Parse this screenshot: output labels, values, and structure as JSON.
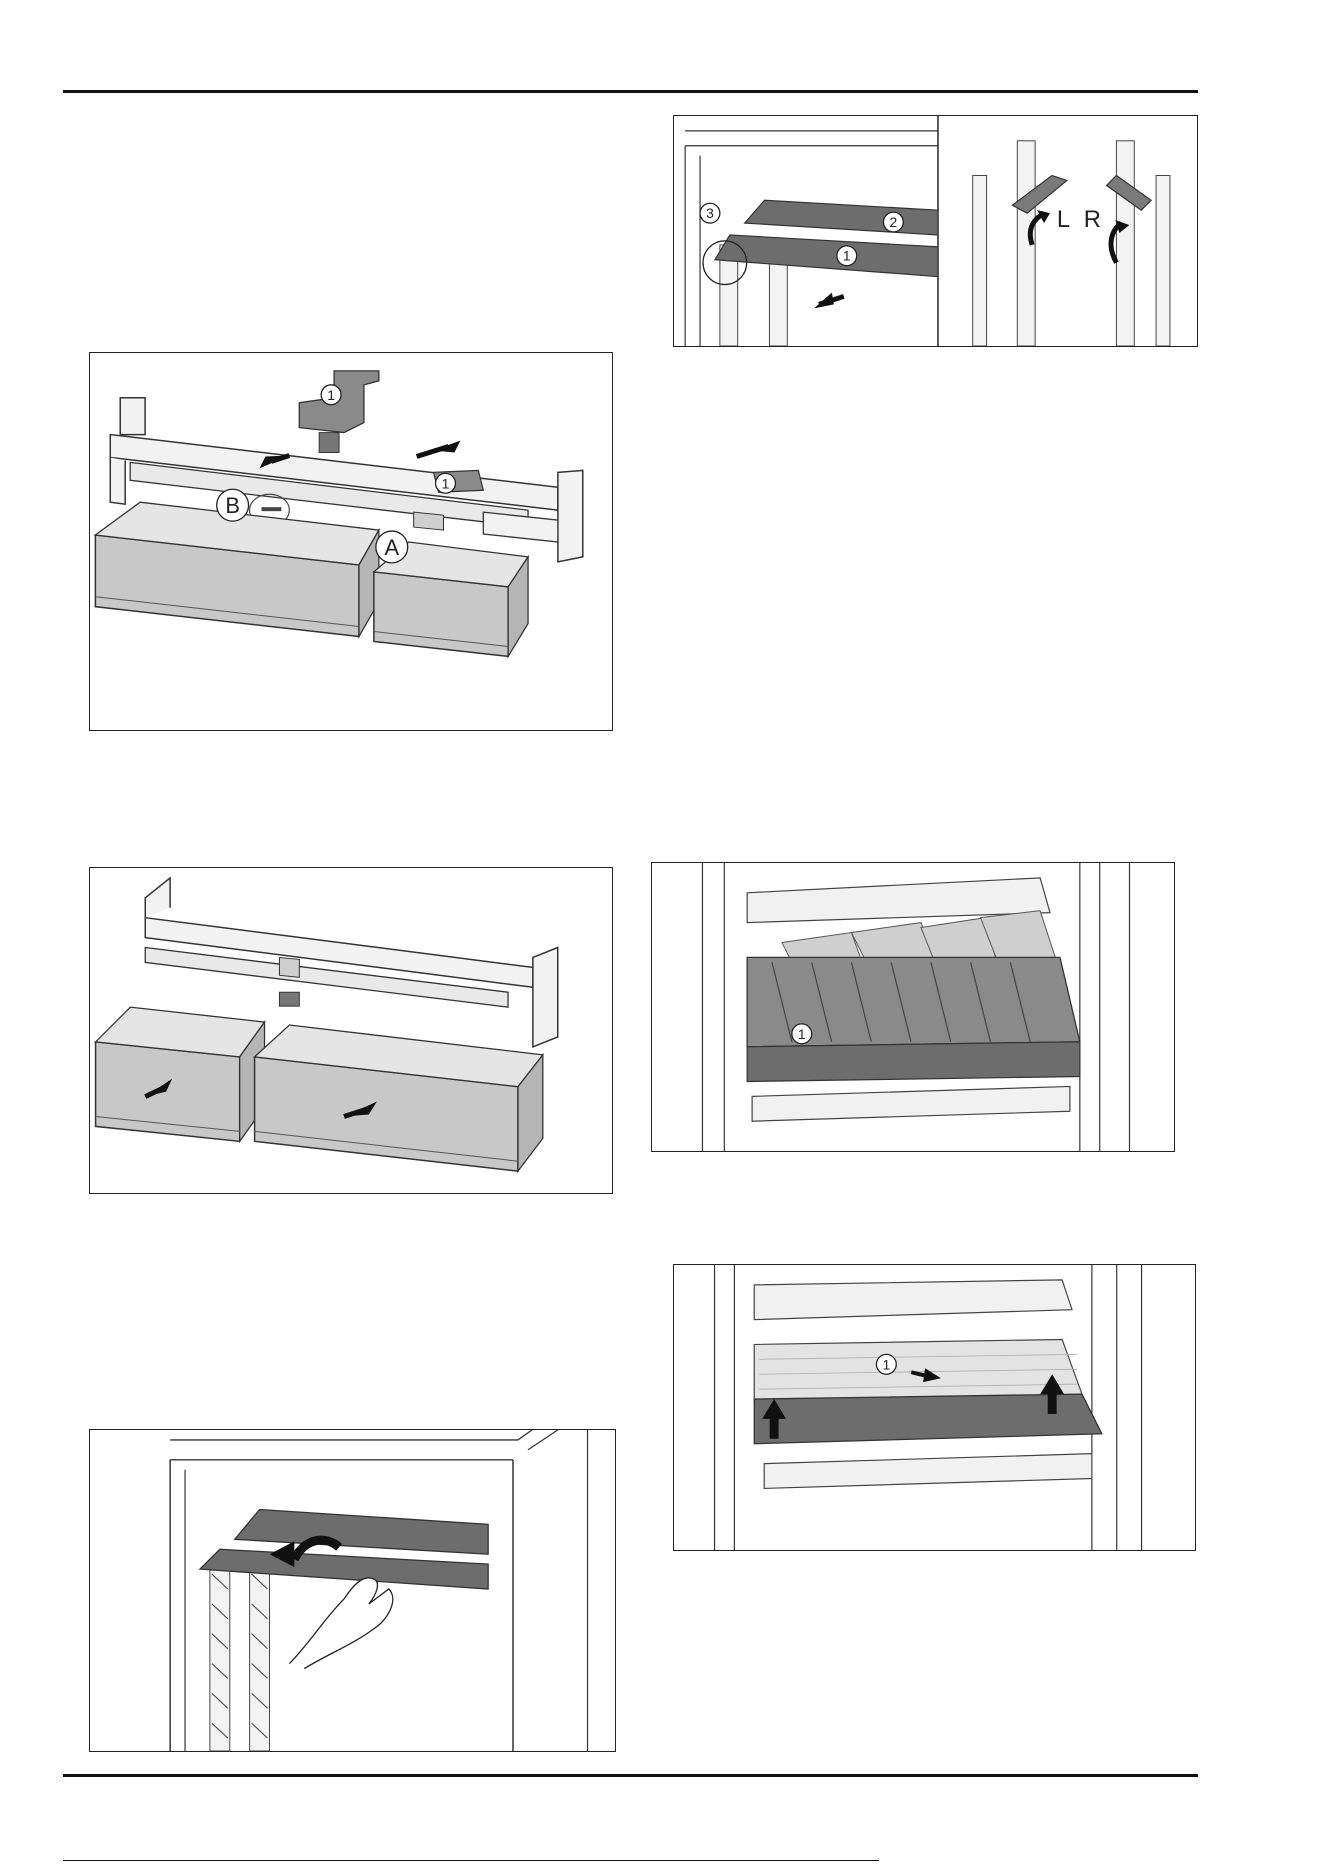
{
  "figures": {
    "fig1": {
      "callouts": {
        "c1": "1",
        "c2": "1",
        "b": "B",
        "a": "A"
      }
    },
    "fig5": {
      "callouts": {
        "c1": "1",
        "c2": "2",
        "c3": "3",
        "l": "L",
        "r": "R"
      }
    },
    "fig6": {
      "callouts": {
        "c1": "1"
      }
    },
    "fig7": {
      "callouts": {
        "c1": "1"
      }
    }
  },
  "colors": {
    "rule": "#111111",
    "frame": "#222222",
    "shelf_dark": "#6d6d6d",
    "drawer_fill": "#c8c8c8",
    "glass": "#eeeeee"
  }
}
